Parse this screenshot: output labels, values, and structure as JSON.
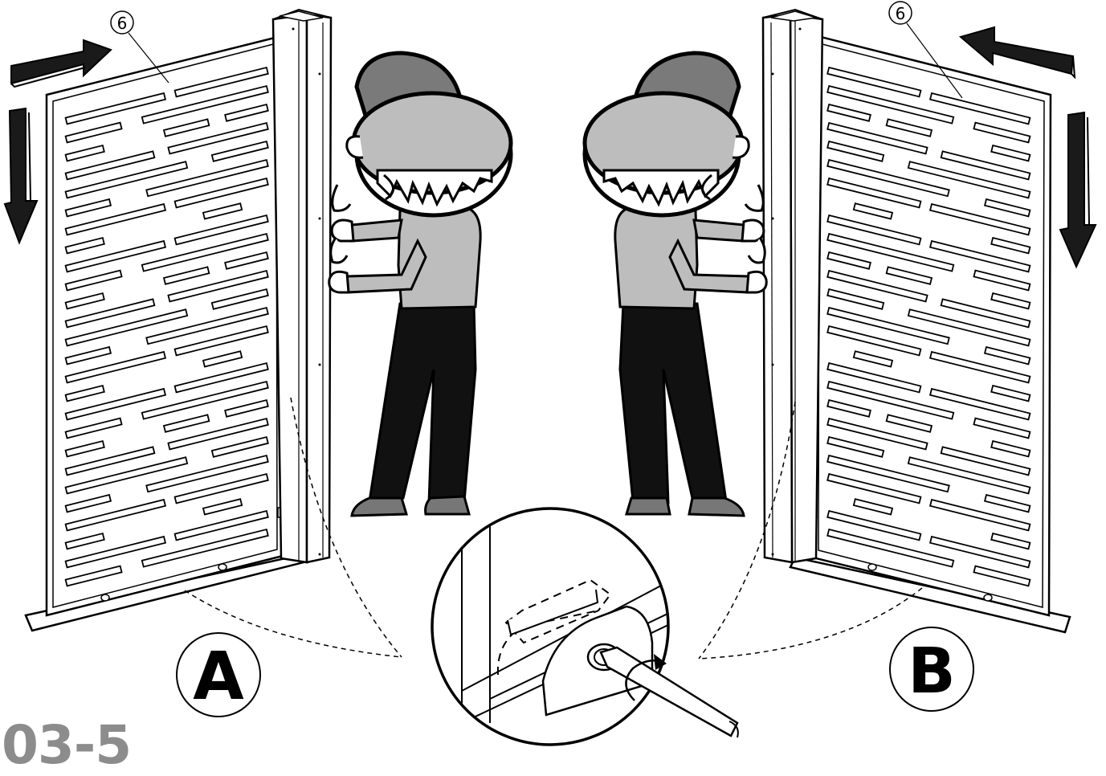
{
  "step_label": "03-5",
  "left_assembly": {
    "marker": "A",
    "part_callout": "6"
  },
  "right_assembly": {
    "marker": "B",
    "part_callout": "6"
  },
  "colors": {
    "line": "#000000",
    "cap_dark": "#7a7a7a",
    "cap_light": "#bdbdbd",
    "shirt": "#bdbdbd",
    "trousers": "#111111",
    "shoes": "#777777",
    "arrow": "#1a1a1a",
    "step_label": "#8c8c8c"
  },
  "icons": [
    "arrow-right-icon",
    "arrow-down-icon",
    "arrow-left-icon",
    "screwdriver-icon",
    "rotation-arrow-icon"
  ]
}
